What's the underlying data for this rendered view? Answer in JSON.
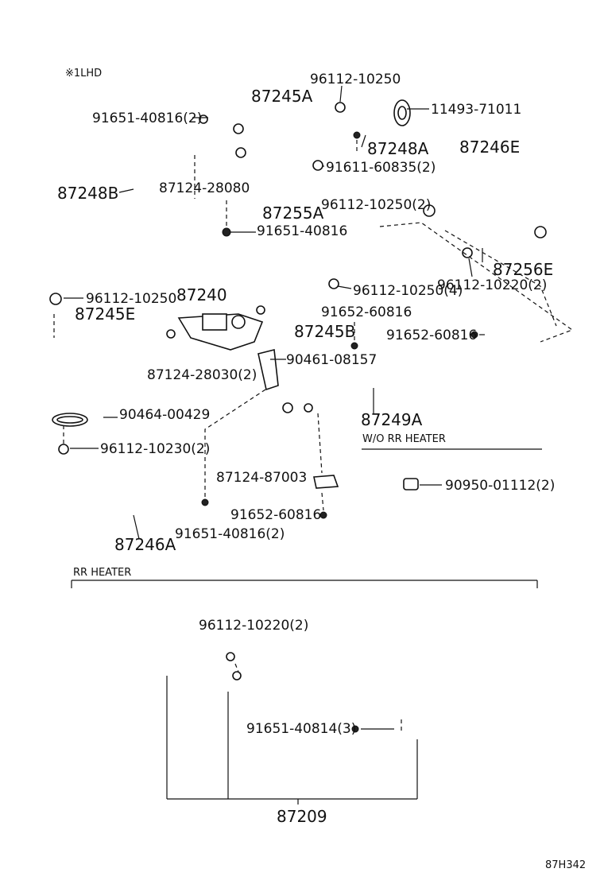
{
  "header": {
    "variant_mark": "※1LHD"
  },
  "labels": {
    "p96112_10250_top": "96112-10250",
    "p87245A": "87245A",
    "p11493_71011": "11493-71011",
    "p91651_40816_2_top": "91651-40816(2)",
    "p87248A": "87248A",
    "p87246E": "87246E",
    "p91611_60835": "91611-60835(2)",
    "p87248B": "87248B",
    "p87124_28080": "87124-28080",
    "p87255A": "87255A",
    "p96112_10250_2": "96112-10250(2)",
    "p91651_40816_mid": "91651-40816",
    "p87256E": "87256E",
    "p96112_10220_2_mid": "96112-10220(2)",
    "p96112_10250_left": "96112-10250",
    "p87240": "87240",
    "p96112_10250_4": "96112-10250(4)",
    "p87245E": "87245E",
    "p91652_60816_a": "91652-60816",
    "p87245B": "87245B",
    "p91652_60816_b": "91652-60816",
    "p87124_28030": "87124-28030(2)",
    "p90461_08157": "90461-08157",
    "p90464_00429": "90464-00429",
    "p87249A": "87249A",
    "p_wo_rr_heater": "W/O RR HEATER",
    "p96112_10230": "96112-10230(2)",
    "p87124_87003": "87124-87003",
    "p90950_01112": "90950-01112(2)",
    "p91652_60816_c": "91652-60816",
    "p87246A": "87246A",
    "p91651_40816_2_low": "91651-40816(2)",
    "p_rr_heater": "RR HEATER",
    "p96112_10220_2_low": "96112-10220(2)",
    "p91651_40814": "91651-40814(3)",
    "p87209": "87209",
    "p_code": "87H342"
  }
}
